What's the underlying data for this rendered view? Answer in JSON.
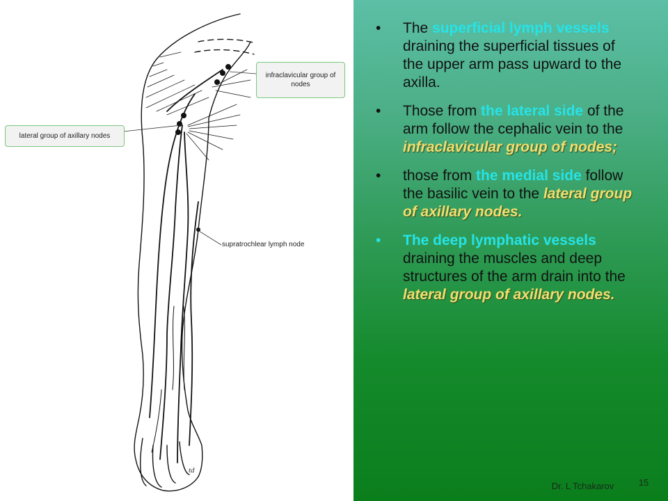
{
  "diagram": {
    "callouts": {
      "infraclavicular": "infraclavicular group of nodes",
      "lateral": "lateral group of axillary nodes",
      "supratrochlear": "supratrochlear lymph node"
    },
    "artist_mark": "td"
  },
  "bullets": [
    {
      "mark": "•",
      "parts": [
        {
          "text": "The ",
          "style": "plain"
        },
        {
          "text": "superficial lymph vessels",
          "style": "cyan"
        },
        {
          "text": " draining the superficial tissues of the upper arm pass upward to the axilla.",
          "style": "plain"
        }
      ]
    },
    {
      "mark": "•",
      "parts": [
        {
          "text": "Those from ",
          "style": "plain"
        },
        {
          "text": "the lateral side",
          "style": "cyan"
        },
        {
          "text": " of the arm follow the cephalic vein to the ",
          "style": "plain"
        },
        {
          "text": "infraclavicular group of nodes;",
          "style": "yellow"
        }
      ]
    },
    {
      "mark": "•",
      "parts": [
        {
          "text": "those from ",
          "style": "plain"
        },
        {
          "text": "the medial side",
          "style": "cyan"
        },
        {
          "text": " follow the basilic vein to the ",
          "style": "plain"
        },
        {
          "text": "lateral group of axillary nodes.",
          "style": "yellow"
        }
      ]
    },
    {
      "mark": "•",
      "mark_color": "#26e3e8",
      "parts": [
        {
          "text": "The deep lymphatic vessels",
          "style": "cyan"
        },
        {
          "text": " draining the muscles and deep structures of the arm drain into the ",
          "style": "plain"
        },
        {
          "text": "lateral group of axillary nodes.",
          "style": "yellow"
        }
      ]
    }
  ],
  "footer": {
    "author": "Dr. L Tchakarov",
    "page_number": "15"
  },
  "colors": {
    "highlight_cyan": "#26e3e8",
    "highlight_yellow": "#f0e070",
    "background_top": "#5cbfa6",
    "background_bottom": "#0b7e1c"
  }
}
